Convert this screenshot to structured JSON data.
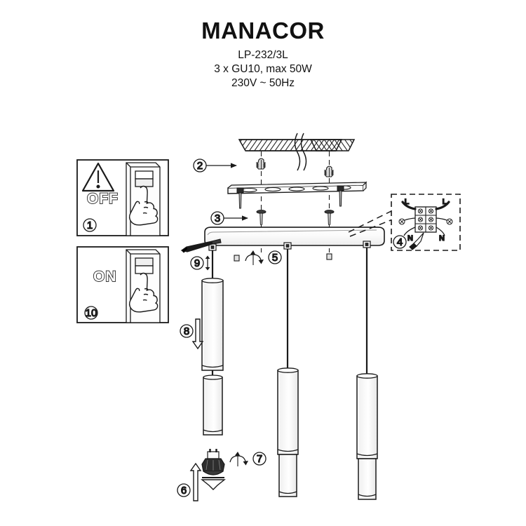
{
  "document": {
    "type": "installation-instruction-sheet",
    "background": "#ffffff",
    "line_color": "#1a1a1a"
  },
  "header": {
    "brand": "MANACOR",
    "model": "LP-232/3L",
    "lamp_spec": "3 x GU10, max 50W",
    "electrical_spec": "230V ~ 50Hz"
  },
  "panels": [
    {
      "id": "panel-off",
      "step": "1",
      "label": "OFF",
      "warning_icon": "warning-triangle-icon",
      "switch_icon": "wall-switch-icon",
      "hand_icon": "hand-pointing-icon"
    },
    {
      "id": "panel-on",
      "step": "10",
      "label": "ON",
      "warning_icon": "",
      "switch_icon": "wall-switch-icon",
      "hand_icon": "hand-pointing-icon"
    }
  ],
  "steps": {
    "s1": "1",
    "s2": "2",
    "s3": "3",
    "s4": "4",
    "s5": "5",
    "s6": "6",
    "s7": "7",
    "s8": "8",
    "s9": "9",
    "s10": "10"
  },
  "terminal_block": {
    "labels": {
      "live_left": "L",
      "live_right": "L",
      "neutral_left": "N",
      "neutral_right": "N"
    },
    "step": "4",
    "tool_icon": "screwdriver-icon"
  },
  "assembly": {
    "ceiling_icon": "hatched-ceiling-icon",
    "wall_plug_icon": "wall-plug-icon",
    "bracket_icon": "mounting-bracket-icon",
    "canopy_icon": "canopy-bar-icon",
    "pendant_icon": "pendant-cylinder-icon",
    "pendant_count": 3,
    "bulb_icon": "gu10-bulb-icon",
    "socket_icon": "gu10-socket-icon",
    "screwdriver_icon": "screwdriver-icon",
    "rotate_icon": "rotation-arrow-icon",
    "up_arrow_icon": "up-arrow-icon",
    "down_arrow_icon": "down-arrow-icon",
    "updown_arrow_icon": "up-down-arrow-icon"
  }
}
